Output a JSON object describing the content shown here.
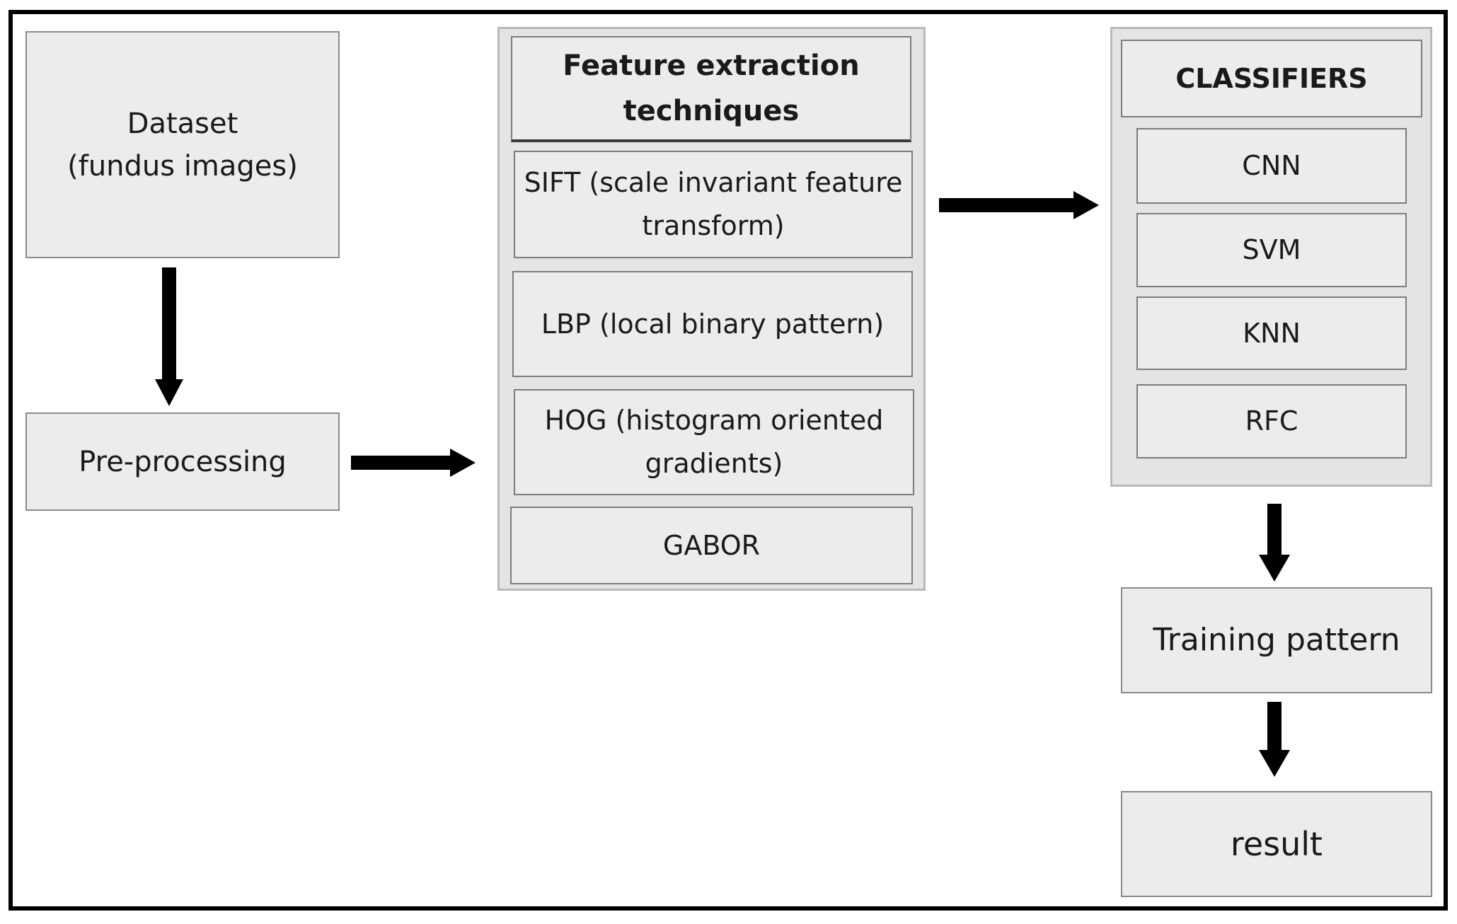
{
  "dataset": "Dataset\n(fundus images)",
  "preprocessing": "Pre-processing",
  "feature_extraction": {
    "title": "Feature extraction\ntechniques",
    "items": [
      "SIFT (scale invariant feature\ntransform)",
      "LBP (local binary pattern)",
      "HOG (histogram oriented\ngradients)",
      "GABOR"
    ]
  },
  "classifiers": {
    "title": "CLASSIFIERS",
    "items": [
      "CNN",
      "SVM",
      "KNN",
      "RFC"
    ]
  },
  "training": "Training pattern",
  "result": "result"
}
